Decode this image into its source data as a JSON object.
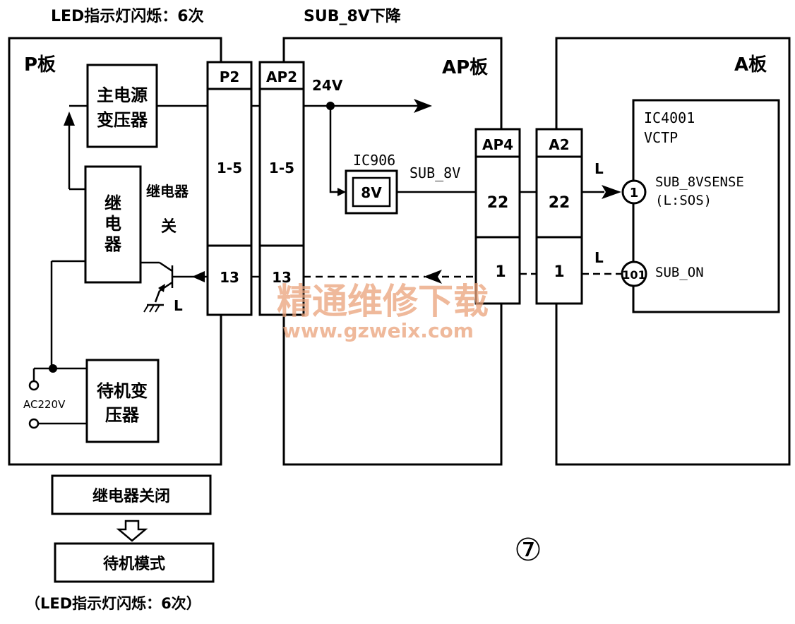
{
  "header": {
    "led_blink": "LED指示灯闪烁：6次",
    "sub8v_drop": "SUB_8V下降"
  },
  "boards": {
    "p_board": "P板",
    "ap_board": "AP板",
    "a_board": "A板"
  },
  "p_board_parts": {
    "main_transformer": [
      "主电源",
      "变压器"
    ],
    "relay": [
      "继",
      "电",
      "器"
    ],
    "relay_caption": "继电器",
    "relay_state": "关",
    "standby_transformer": [
      "待机变",
      "压器"
    ],
    "ac_input": "AC220V",
    "low_level": "L"
  },
  "connectors": {
    "p2": {
      "name": "P2",
      "pin_a": "1-5",
      "pin_b": "13"
    },
    "ap2": {
      "name": "AP2",
      "pin_a": "1-5",
      "pin_b": "13"
    },
    "ap4": {
      "name": "AP4",
      "pin_a": "22",
      "pin_b": "1"
    },
    "a2": {
      "name": "A2",
      "pin_a": "22",
      "pin_b": "1"
    }
  },
  "ap_board_parts": {
    "rail_24v": "24V",
    "regulator_name": "IC906",
    "regulator_value": "8V",
    "sub8v_label": "SUB_8V"
  },
  "a_board_parts": {
    "ic_name": "IC4001",
    "ic_type": "VCTP",
    "pin1_num": "1",
    "pin1_name": "SUB_8VSENSE",
    "pin1_note": "(L:SOS)",
    "pin101_num": "101",
    "pin101_name": "SUB_ON",
    "level_l1": "L",
    "level_l2": "L"
  },
  "flow": {
    "step1": "继电器关闭",
    "step2": "待机模式",
    "footnote": "（LED指示灯闪烁：6次）",
    "figure_number": "⑦"
  },
  "watermark": {
    "line1": "精通维修下载",
    "line2": "www.gzweix.com"
  }
}
